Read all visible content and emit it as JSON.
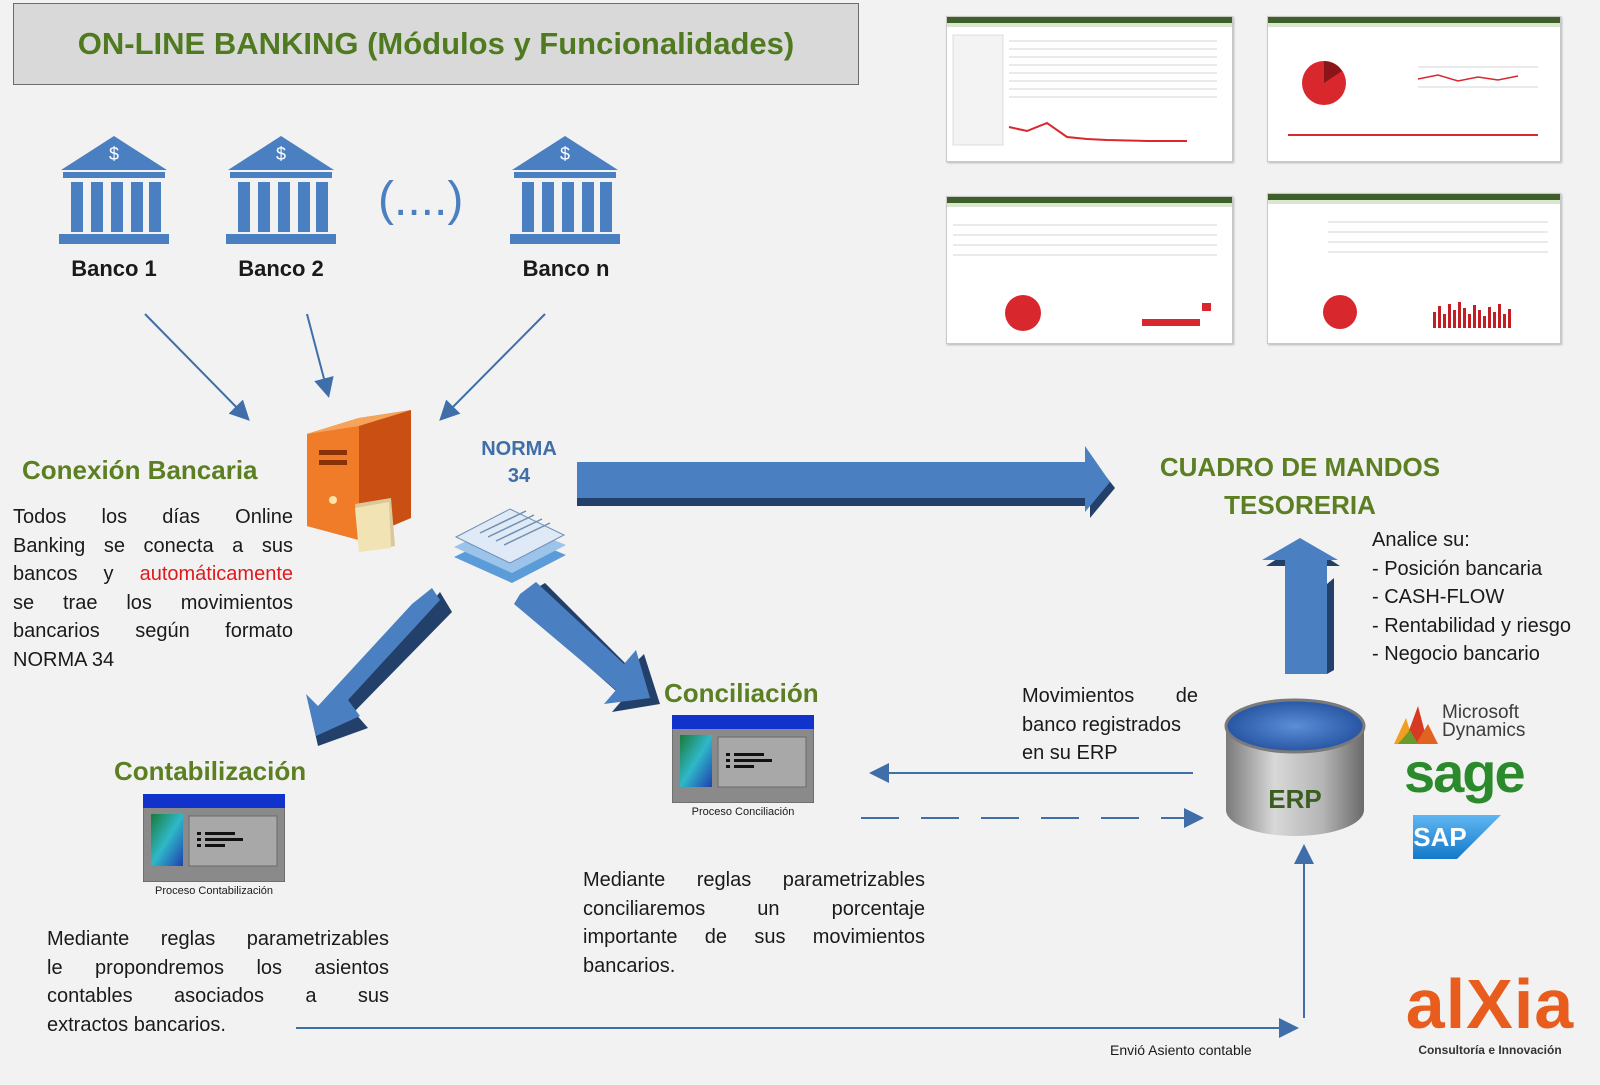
{
  "title": "ON-LINE BANKING (Módulos y Funcionalidades)",
  "banks": [
    {
      "label": "Banco 1",
      "symbol": "$"
    },
    {
      "label": "Banco 2",
      "symbol": "$"
    },
    {
      "label": "Banco n",
      "symbol": "$"
    }
  ],
  "ellipsis": "(....)",
  "conexion": {
    "heading": "Conexión Bancaria",
    "text_lines": [
      [
        "Todos los días Online"
      ],
      [
        "Banking se conecta a sus"
      ],
      [
        "bancos y ",
        "automáticamente"
      ],
      [
        "se trae los movimientos"
      ],
      [
        "bancarios según formato"
      ],
      [
        "NORMA 34"
      ]
    ],
    "highlight": "automáticamente"
  },
  "norma": {
    "line1": "NORMA",
    "line2": "34"
  },
  "cuadro": {
    "line1": "CUADRO DE MANDOS",
    "line2": "TESORERIA",
    "analice": "Analice su:",
    "items": [
      "- Posición bancaria",
      "- CASH-FLOW",
      "- Rentabilidad y riesgo",
      "- Negocio bancario"
    ]
  },
  "conciliacion": {
    "heading": "Conciliación",
    "caption": "Proceso Conciliación",
    "text_lines": [
      "Mediante reglas parametrizables",
      "conciliaremos un porcentaje",
      "importante de sus movimientos",
      "bancarios."
    ]
  },
  "contabilizacion": {
    "heading": "Contabilización",
    "caption": "Proceso Contabilización",
    "text_lines": [
      "Mediante reglas parametrizables",
      "le propondremos los asientos",
      "contables asociados a sus",
      "extractos bancarios."
    ]
  },
  "movimientos": {
    "lines": [
      "Movimientos de",
      "banco registrados",
      "en su ERP"
    ]
  },
  "erp": {
    "label": "ERP"
  },
  "envio": "Envió Asiento contable",
  "erp_brands": {
    "microsoft": [
      "Microsoft",
      "Dynamics"
    ],
    "sage": "sage",
    "sap": "SAP"
  },
  "alxia": {
    "name": "alXia",
    "tagline": "Consultoría e Innovación"
  },
  "colors": {
    "title_green": "#4f7a1f",
    "heading_green": "#5b7f22",
    "arrow_blue": "#4a7fc1",
    "arrow_dark": "#23406b",
    "highlight_red": "#e0191c",
    "brand_orange": "#e85d1e"
  }
}
